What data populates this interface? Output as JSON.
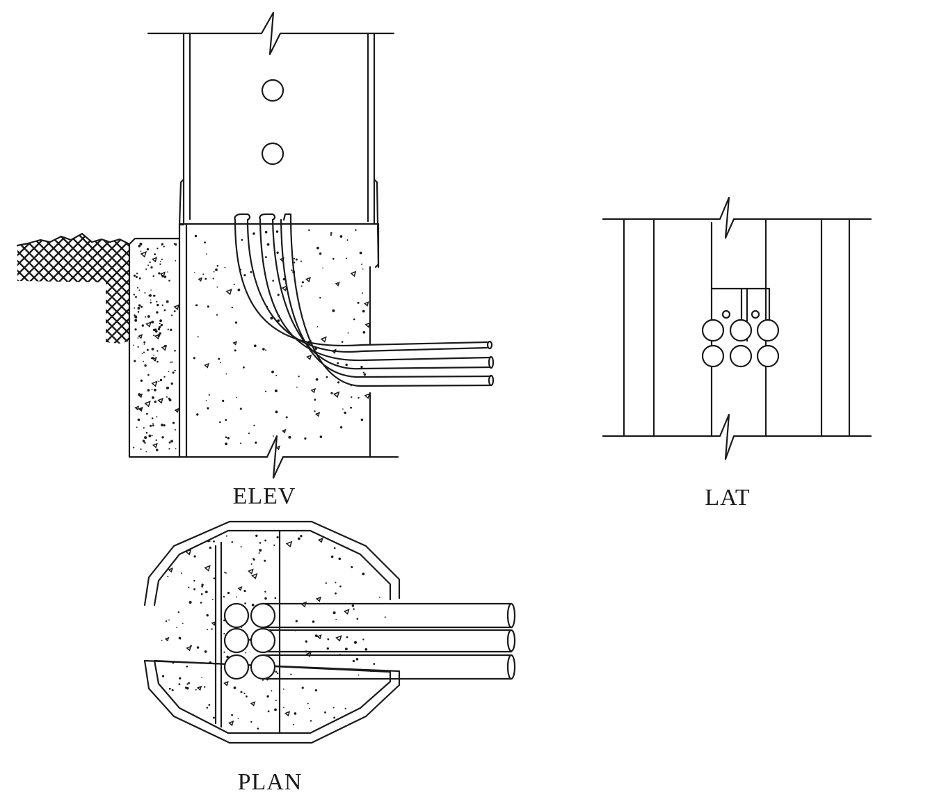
{
  "views": {
    "elevation": {
      "label": "ELEV"
    },
    "lateral": {
      "label": "LAT"
    },
    "plan": {
      "label": "PLAN"
    }
  },
  "colors": {
    "line": "#1a1a1a",
    "background": "#ffffff"
  }
}
